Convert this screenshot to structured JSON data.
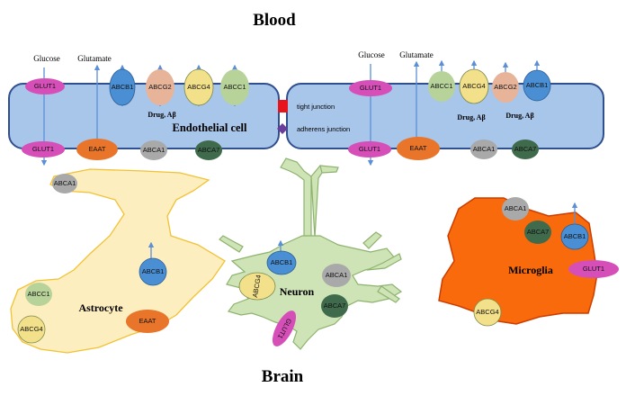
{
  "titles": {
    "top": "Blood",
    "bottom": "Brain"
  },
  "labels": {
    "glucose_left": "Glucose",
    "glutamate_left": "Glutamate",
    "glucose_right": "Glucose",
    "glutamate_right": "Glutamate",
    "endothelial_cell": "Endothelial cell",
    "tight_junction": "tight junction",
    "adherens_junction": "adherens junction",
    "drug_ab_1": "Drug, Aβ",
    "drug_ab_2": "Drug, Aβ",
    "drug_ab_3": "Drug, Aβ",
    "astrocyte": "Astrocyte",
    "neuron": "Neuron",
    "microglia": "Microglia"
  },
  "transporters": {
    "e_glut1_top_l": "GLUT1",
    "e_abcb1_l": "ABCB1",
    "e_abcg2_l": "ABCG2",
    "e_abcg4_l": "ABCG4",
    "e_abcc1_l": "ABCC1",
    "e_glut1_bot_l": "GLUT1",
    "e_eaat_l": "EAAT",
    "e_abca1_l": "ABCA1",
    "e_abca7_l": "ABCA7",
    "e_glut1_top_r": "GLUT1",
    "e_abcc1_r": "ABCC1",
    "e_abcg4_r": "ABCG4",
    "e_abcg2_r": "ABCG2",
    "e_abcb1_r": "ABCB1",
    "e_glut1_bot_r": "GLUT1",
    "e_eaat_r": "EAAT",
    "e_abca1_r": "ABCA1",
    "e_abca7_r": "ABCA7",
    "a_abca1": "ABCA1",
    "a_abcb1": "ABCB1",
    "a_abcc1": "ABCC1",
    "a_abcg4": "ABCG4",
    "a_eaat": "EAAT",
    "n_abcb1": "ABCB1",
    "n_abcg4": "ABCG4",
    "n_abca1": "ABCA1",
    "n_abca7": "ABCA7",
    "n_glut1": "GLUT1",
    "m_abca1": "ABCA1",
    "m_abca7": "ABCA7",
    "m_abcb1": "ABCB1",
    "m_glut1": "GLUT1",
    "m_abcg4": "ABCG4"
  },
  "colors": {
    "glut1": "#d64fb8",
    "eaat": "#e8752a",
    "abcb1": "#4a8fd4",
    "abcg2": "#e7b49a",
    "abcg4": "#f3e08a",
    "abcc1": "#b7d39a",
    "abca1": "#a9a9a9",
    "abca7": "#3f6b4c",
    "endothelial_fill": "#a8c5ea",
    "endothelial_stroke": "#2f4f8f",
    "astrocyte_fill": "#fdeec0",
    "astrocyte_stroke": "#f1c232",
    "neuron_fill": "#cfe4b6",
    "neuron_stroke": "#8db36e",
    "microglia_fill": "#f86a0c",
    "microglia_stroke": "#cc3d00",
    "tight_junction": "#e8141c",
    "adherens_junction": "#6a3d9a",
    "arrow": "#5b8fd6"
  }
}
